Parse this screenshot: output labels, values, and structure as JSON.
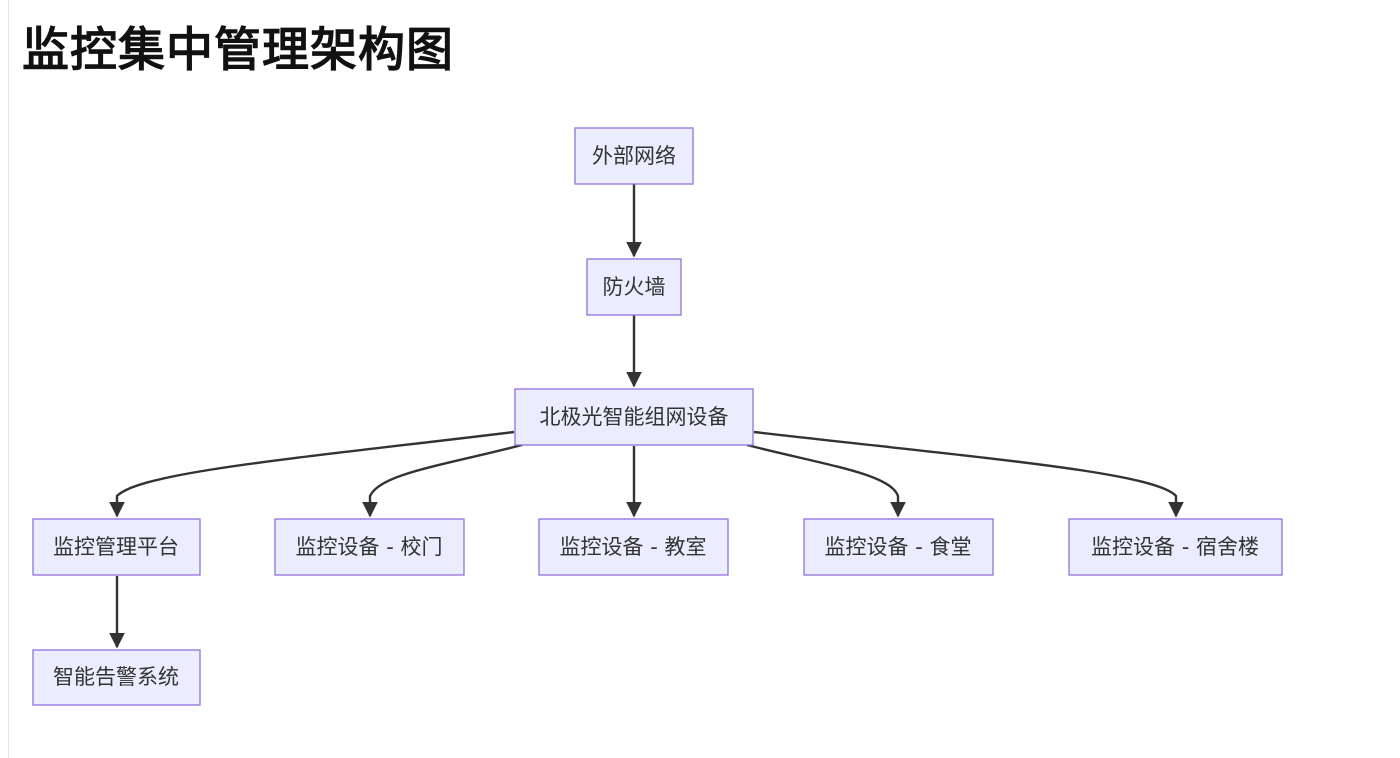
{
  "title": "监控集中管理架构图",
  "nodes": {
    "external_network": "外部网络",
    "firewall": "防火墙",
    "aurora_device": "北极光智能组网设备",
    "monitor_platform": "监控管理平台",
    "camera_gate": "监控设备 - 校门",
    "camera_classroom": "监控设备 - 教室",
    "camera_canteen": "监控设备 - 食堂",
    "camera_dorm": "监控设备 - 宿舍楼",
    "alarm_system": "智能告警系统"
  },
  "edges": [
    {
      "from": "external_network",
      "to": "firewall"
    },
    {
      "from": "firewall",
      "to": "aurora_device"
    },
    {
      "from": "aurora_device",
      "to": "monitor_platform"
    },
    {
      "from": "aurora_device",
      "to": "camera_gate"
    },
    {
      "from": "aurora_device",
      "to": "camera_classroom"
    },
    {
      "from": "aurora_device",
      "to": "camera_canteen"
    },
    {
      "from": "aurora_device",
      "to": "camera_dorm"
    },
    {
      "from": "monitor_platform",
      "to": "alarm_system"
    }
  ],
  "colors": {
    "node_fill": "#ececff",
    "node_stroke": "#9370db",
    "edge": "#333333",
    "text": "#333333"
  }
}
